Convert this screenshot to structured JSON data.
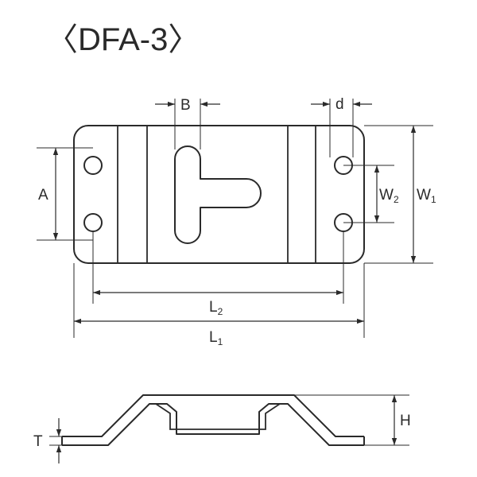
{
  "title": "〈DFA-3〉",
  "colors": {
    "line": "#2a2a2a",
    "background": "#ffffff"
  },
  "dimensions": {
    "A": "A",
    "B": "B",
    "d": "d",
    "W1": {
      "main": "W",
      "sub": "1"
    },
    "W2": {
      "main": "W",
      "sub": "2"
    },
    "L1": {
      "main": "L",
      "sub": "1"
    },
    "L2": {
      "main": "L",
      "sub": "2"
    },
    "T": "T",
    "H": "H"
  }
}
